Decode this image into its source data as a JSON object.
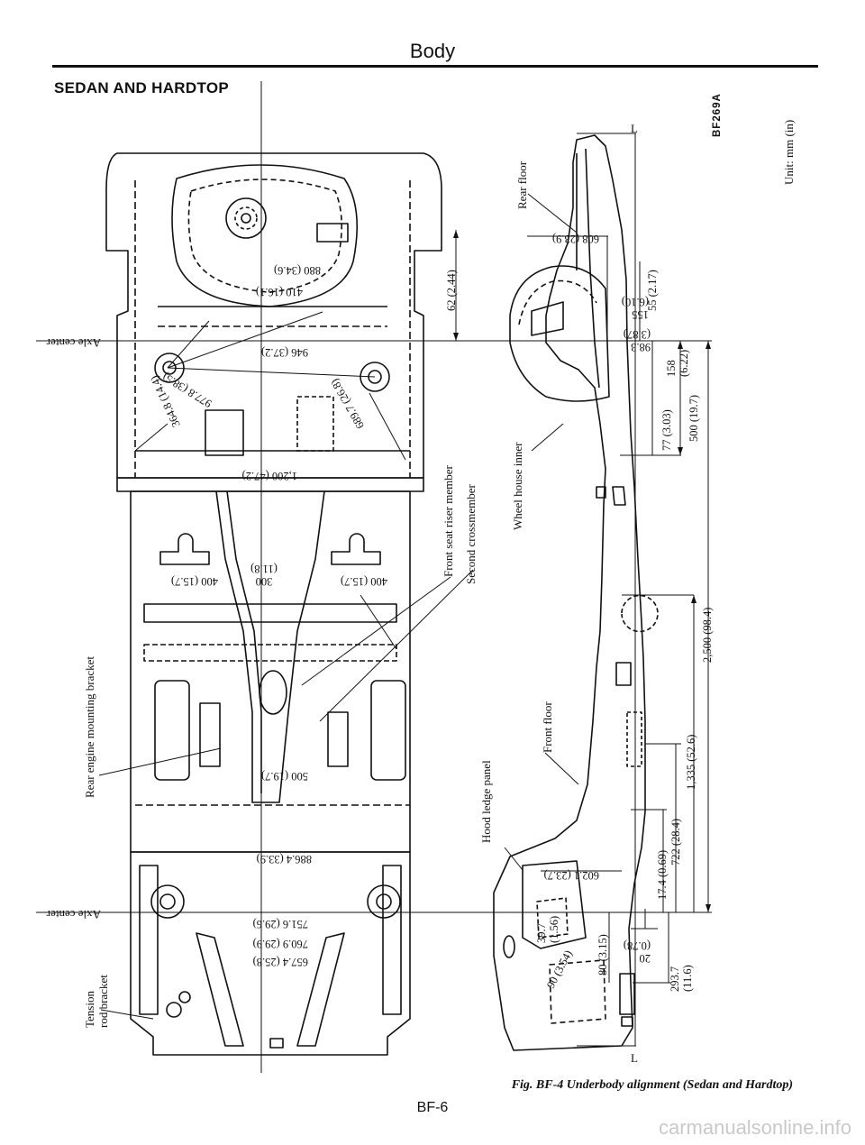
{
  "header": "Body",
  "section_title": "SEDAN AND HARDTOP",
  "figure_code": "BF269A",
  "unit_note": "Unit: mm (in)",
  "caption": "Fig. BF-4 Underbody alignment (Sedan and Hardtop)",
  "page_number": "BF-6",
  "watermark": "carmanualsonline.info",
  "plan_view": {
    "labels": {
      "axle_center_rear": "Axle center",
      "axle_center_front": "Axle center",
      "rear_engine_mounting_bracket": "Rear engine mounting bracket",
      "tension_rod_bracket": "Tension rod bracket",
      "front_seat_riser_member": "Front seat riser member",
      "second_crossmember": "Second crossmember"
    },
    "dimensions": {
      "d880": "880 (34.6)",
      "d410": "410 (16.1)",
      "d946": "946 (37.2)",
      "d977": "977.8 (38.5)",
      "d689": "689.7 (26.8)",
      "d364": "364.8 (14.4)",
      "d1200": "1,200 (47.2)",
      "d400l": "400 (15.7)",
      "d300": "300 (11.8)",
      "d400r": "400 (15.7)",
      "d500": "500 (19.7)",
      "d886": "886.4 (33.9)",
      "d751": "751.6 (29.6)",
      "d760": "760.9 (29.9)",
      "d657": "657.4 (25.8)"
    }
  },
  "side_view": {
    "labels": {
      "rear_floor": "Rear floor",
      "wheel_house_inner": "Wheel house inner",
      "hood_ledge_panel": "Hood ledge panel",
      "front_floor": "Front floor",
      "l_top": "L",
      "l_bottom": "L"
    },
    "dimensions": {
      "d62": "62 (2.44)",
      "d608": "608 (23.9)",
      "d155": "155 (6.10)",
      "d98": "98.3 (3.87)",
      "d55": "55 (2.17)",
      "d158": "158 (6.22)",
      "d77": "77 (3.03)",
      "d500": "500 (19.7)",
      "d2500": "2,500 (98.4)",
      "d1335": "1,335 (52.6)",
      "d722": "722 (28.4)",
      "d17": "17.4 (0.69)",
      "d293": "293.7 (11.6)",
      "d602": "602.1 (23.7)",
      "d39": "39.7 (1.56)",
      "d80": "80 (3.15)",
      "d90": "90 (3.54)",
      "d20": "20 (0.78)"
    }
  }
}
